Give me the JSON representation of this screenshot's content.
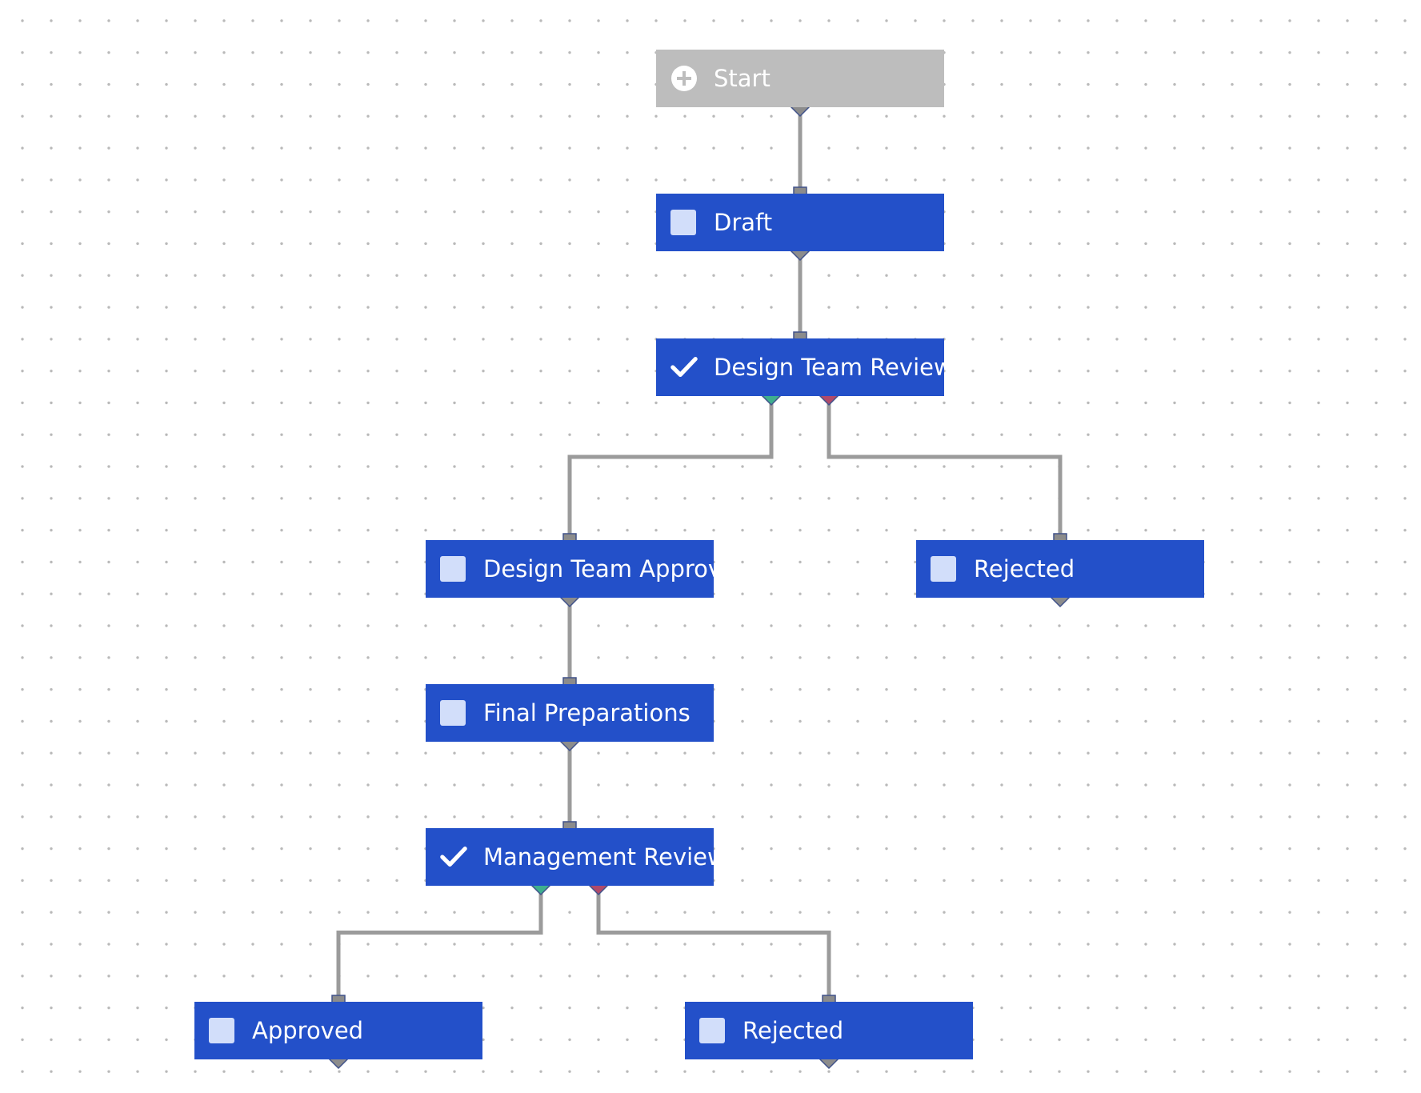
{
  "diagram": {
    "nodes": [
      {
        "id": "start",
        "label": "Start",
        "icon": "plus-circle-icon",
        "kind": "start"
      },
      {
        "id": "draft",
        "label": "Draft",
        "icon": "square-icon",
        "kind": "step"
      },
      {
        "id": "design-team-review",
        "label": "Design Team Review",
        "icon": "check-icon",
        "kind": "decision"
      },
      {
        "id": "design-team-approved",
        "label": "Design Team Approv.",
        "icon": "square-icon",
        "kind": "step"
      },
      {
        "id": "rejected-1",
        "label": "Rejected",
        "icon": "square-icon",
        "kind": "step"
      },
      {
        "id": "final-preparations",
        "label": "Final Preparations",
        "icon": "square-icon",
        "kind": "step"
      },
      {
        "id": "management-review",
        "label": "Management Review",
        "icon": "check-icon",
        "kind": "decision"
      },
      {
        "id": "approved",
        "label": "Approved",
        "icon": "square-icon",
        "kind": "step"
      },
      {
        "id": "rejected-2",
        "label": "Rejected",
        "icon": "square-icon",
        "kind": "step"
      }
    ],
    "edges": [
      {
        "from": "start",
        "to": "draft"
      },
      {
        "from": "draft",
        "to": "design-team-review"
      },
      {
        "from": "design-team-review",
        "to": "design-team-approved",
        "outcome": "approve"
      },
      {
        "from": "design-team-review",
        "to": "rejected-1",
        "outcome": "reject"
      },
      {
        "from": "design-team-approved",
        "to": "final-preparations"
      },
      {
        "from": "final-preparations",
        "to": "management-review"
      },
      {
        "from": "management-review",
        "to": "approved",
        "outcome": "approve"
      },
      {
        "from": "management-review",
        "to": "rejected-2",
        "outcome": "reject"
      }
    ]
  },
  "colors": {
    "node_fill": "#2350c9",
    "start_fill": "#bdbdbd",
    "edge": "#9b9b9b",
    "port": "#8c8c8c",
    "port_border": "#40528a",
    "approve_port": "#3fae8e",
    "reject_port": "#b04a6a",
    "checkbox": "#d2defa"
  }
}
